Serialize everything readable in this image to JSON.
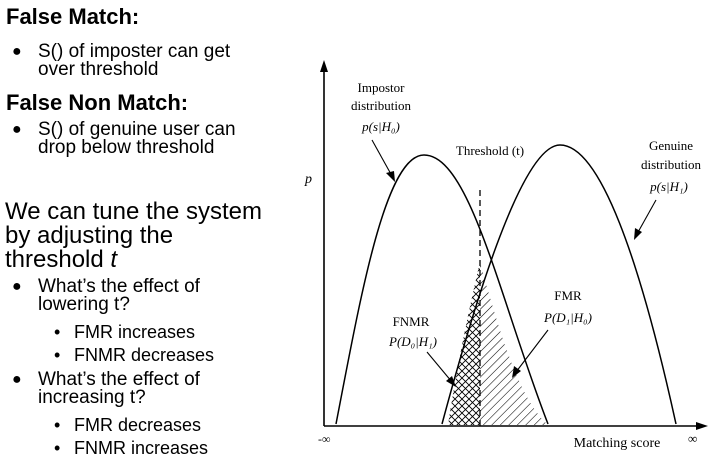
{
  "left_text": {
    "false_match": {
      "heading": "False Match:",
      "bullet": [
        "S() of imposter can get",
        "over threshold"
      ]
    },
    "false_non_match": {
      "heading": "False Non Match:",
      "bullet": [
        "S() of genuine user can",
        "drop below threshold"
      ]
    },
    "tune": [
      "We can tune the system",
      "by adjusting the",
      "threshold"
    ],
    "tune_var": "t",
    "q_lower": {
      "question": [
        "What’s the effect of",
        "lowering t?"
      ],
      "answers": [
        "FMR increases",
        "FNMR decreases"
      ]
    },
    "q_increase": {
      "question": [
        "What’s the effect of",
        "increasing t?"
      ],
      "answers": [
        "FMR decreases",
        "FNMR increases"
      ]
    }
  },
  "diagram": {
    "y_label": "p",
    "x_label": "Matching score",
    "x_min_label": "-∞",
    "x_max_label": "∞",
    "impostor_label": [
      "Impostor",
      "distribution",
      "p(s|H₀)"
    ],
    "genuine_label": [
      "Genuine",
      "distribution",
      "p(s|H₁)"
    ],
    "threshold_label": "Threshold (t)",
    "fnmr_label": [
      "FNMR",
      "P(D₀|H₁)"
    ],
    "fmr_label": [
      "FMR",
      "P(D₁|H₀)"
    ]
  }
}
